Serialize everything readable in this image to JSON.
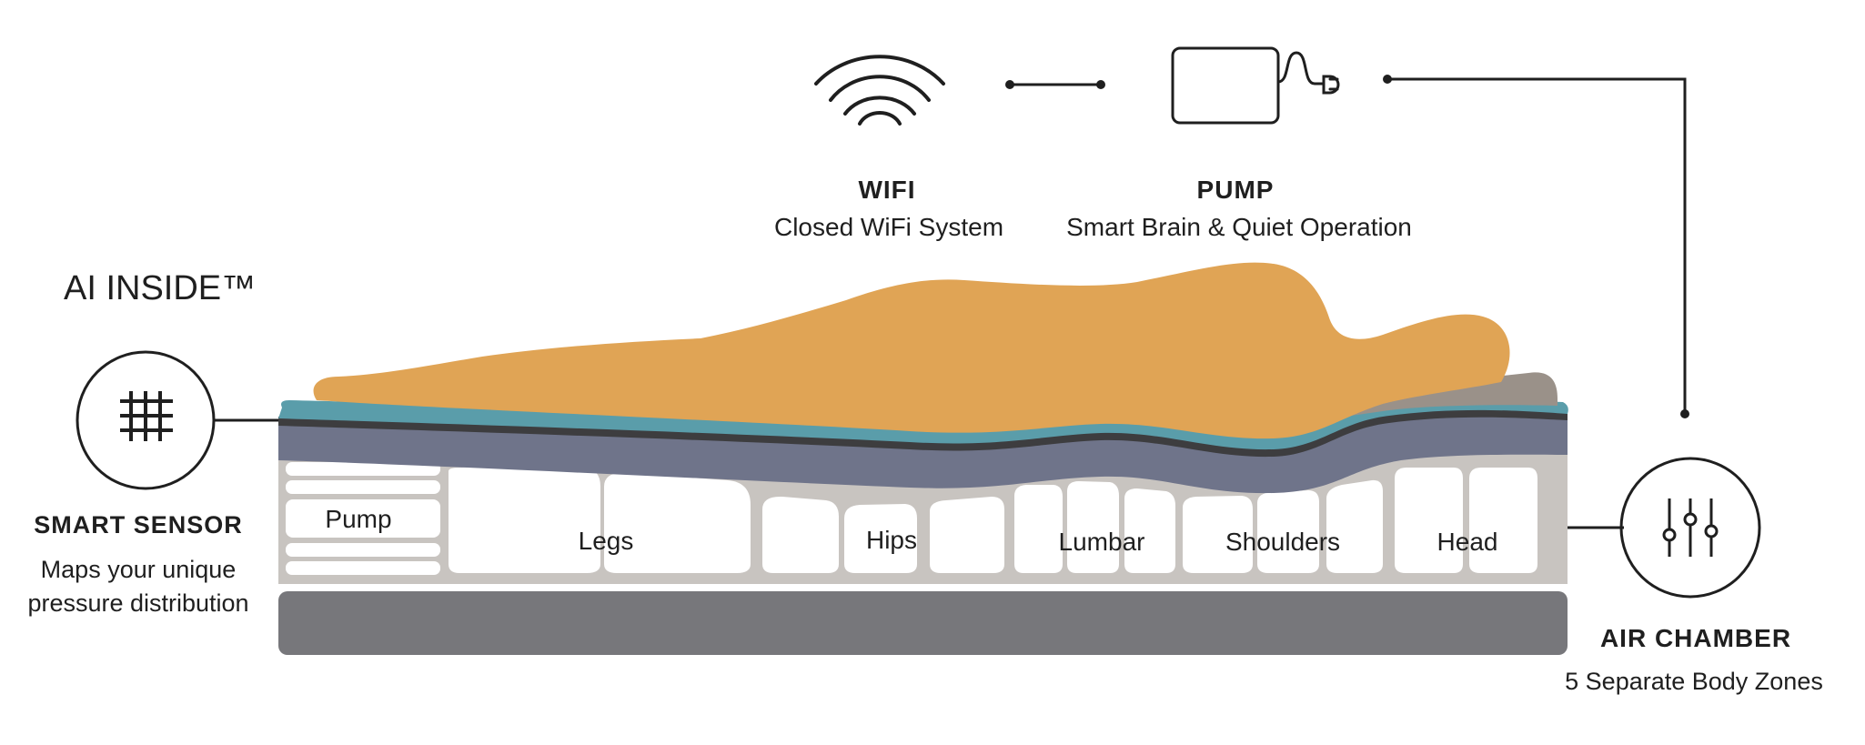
{
  "headline": "AI INSIDE™",
  "wifi": {
    "title": "WIFI",
    "subtitle": "Closed WiFi System",
    "icon": "wifi-icon"
  },
  "pump": {
    "title": "PUMP",
    "subtitle": "Smart Brain & Quiet Operation",
    "icon": "pump-icon"
  },
  "smart_sensor": {
    "title": "SMART SENSOR",
    "line1": "Maps your unique",
    "line2": "pressure distribution",
    "icon": "grid-sensor-icon"
  },
  "air_chamber": {
    "title": "AIR CHAMBER",
    "subtitle": "5 Separate Body Zones",
    "icon": "sliders-icon"
  },
  "zones": {
    "pump": "Pump",
    "legs": "Legs",
    "hips": "Hips",
    "lumbar": "Lumbar",
    "shoulders": "Shoulders",
    "head": "Head"
  },
  "colors": {
    "body": "#E0A455",
    "teal_layer": "#5A9DAA",
    "dark_line": "#3D3D3F",
    "slate_layer": "#6F748A",
    "chamber_frame": "#C8C4C0",
    "base": "#77777B",
    "pillow": "#9A9189",
    "ink": "#1F1F1F"
  }
}
